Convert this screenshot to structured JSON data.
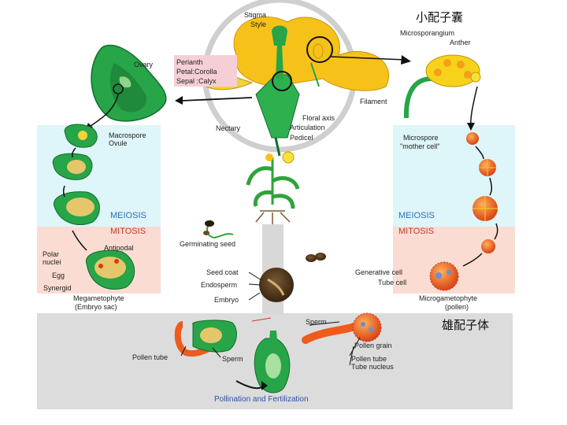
{
  "top_labels": {
    "microgametangium": "小配子囊",
    "male_gametophyte": "雄配子体"
  },
  "flower": {
    "stigma": "Stigma",
    "style": "Style",
    "microsporangium": "Microsporangium",
    "anther": "Anther",
    "ovary": "Ovary",
    "perianth": "Perianth",
    "petal": "Petal:Corolla",
    "sepal": "Sepal :Calyx",
    "filament": "Filament",
    "floral_axis": "Floral axis",
    "nectary": "Nectary",
    "articulation": "Articulation",
    "pedicel": "Pedicel"
  },
  "female": {
    "macrospore": "Macrospore",
    "ovule": "Ovule",
    "meiosis": "MEIOSIS",
    "mitosis": "MITOSIS",
    "antipodal": "Antipodal",
    "polar": "Polar",
    "nuclei": "nuclei",
    "egg": "Egg",
    "synergid": "Synergid",
    "megagametophyte": "Megametophyte",
    "embryo_sac": "(Embryo sac)"
  },
  "male": {
    "microspore": "Microspore",
    "mother_cell": "\"mother cell\"",
    "meiosis": "MEIOSIS",
    "mitosis": "MITOSIS",
    "generative_cell": "Generative cell",
    "tube_cell": "Tube cell",
    "microgametophyte": "Microgametophyte",
    "pollen": "(pollen)"
  },
  "seed": {
    "germinating": "Germinating seed",
    "seed_coat": "Seed coat",
    "endosperm": "Endosperm",
    "embryo": "Embryo"
  },
  "fertilization": {
    "sperm_top": "Sperm",
    "pollen_grain": "Pollen grain",
    "pollen_tube_right": "Pollen tube",
    "tube_nucleus": "Tube nucleus",
    "pollen_tube_left": "Pollen tube",
    "sperm_left": "Sperm",
    "title": "Pollination and Fertilization"
  },
  "colors": {
    "female_zone": "#def5f9",
    "male_zone": "#def5f9",
    "mitosis_zone": "#fadcd3",
    "bottom_zone": "#dcdcdc",
    "green": "#27a548",
    "dark_green": "#0f6e2b",
    "yellow": "#f6c21a",
    "orange": "#ef5a1d"
  }
}
